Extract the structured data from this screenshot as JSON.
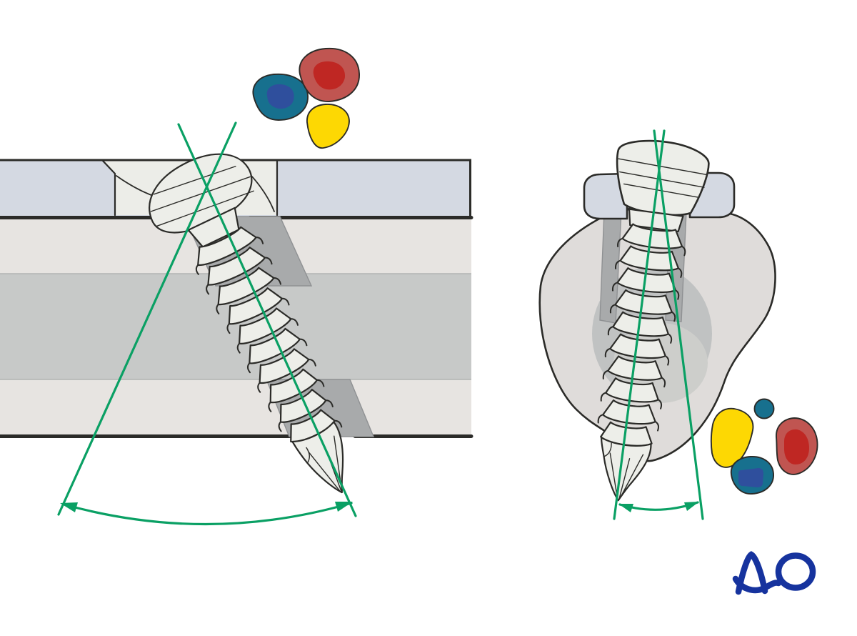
{
  "figure": {
    "description": "Two-view surgical illustration of screw angulation through a plate and bone",
    "left_panel": "Oblique lag screw through plate and both cortices, side view, with green lines and arc showing permissible angle range",
    "right_panel": "Screw through plate in axial bone cross-section with green lines and small arc showing permissible lateral tilt"
  },
  "logo": {
    "text": "AO"
  },
  "colors": {
    "bg": "#ffffff",
    "ink": "#2b2b28",
    "green": "#0aa064",
    "plate": "#d4d9e2",
    "cortex": "#e7e4e1",
    "medullary": "#c7c9c8",
    "band-line": "#b2b4b3",
    "bone-outer": "#dfdcda",
    "canal": "#c0c2c2",
    "canal-light": "#cdcecb",
    "channel": "#a8aaab",
    "channel-edge": "#8f9193",
    "steel": "#edeee9",
    "countersink": "#ecede8",
    "teal": "#17708e",
    "navy": "#2f4f9d",
    "red": "#c05551",
    "red-dark": "#bf2723",
    "yellow": "#fdd803",
    "ao-blue": "#16339e"
  }
}
